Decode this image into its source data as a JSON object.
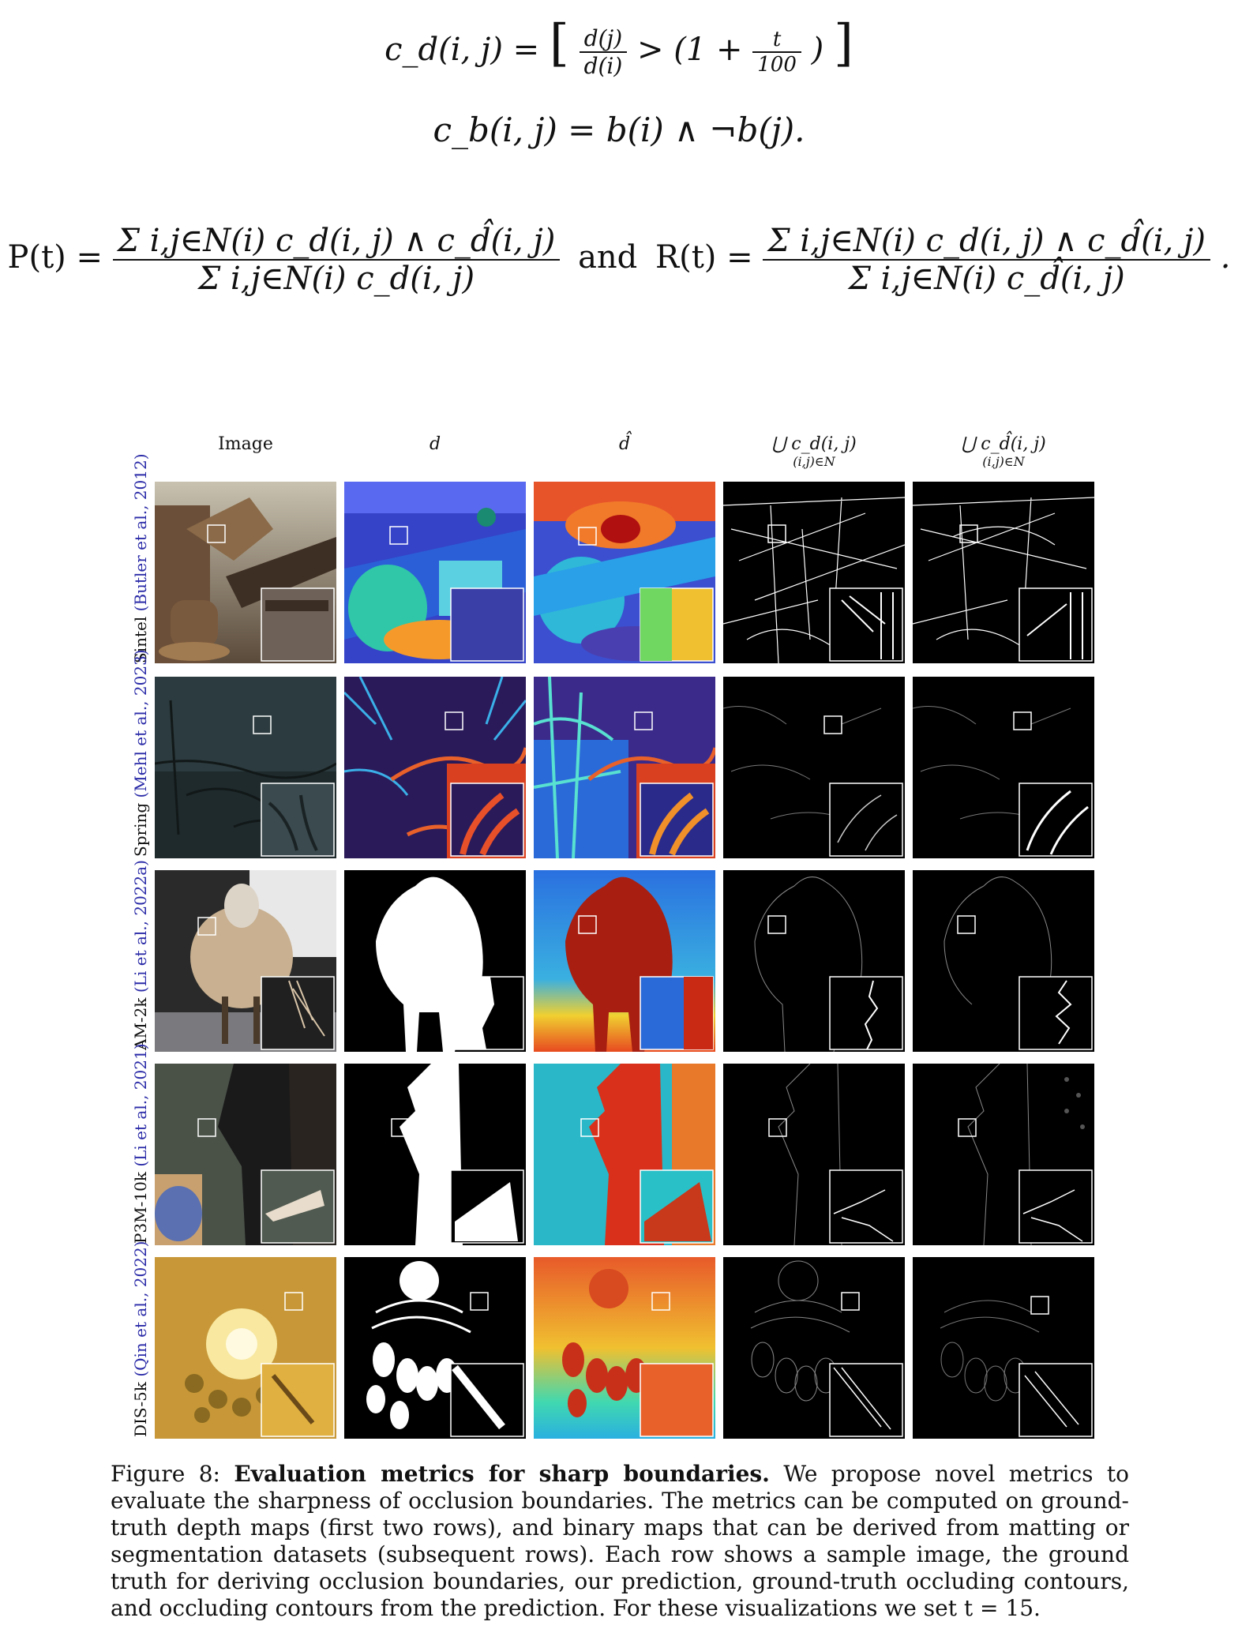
{
  "equations": {
    "cd_lhs": "c_d(i, j) =",
    "cd_frac_num": "d(j)",
    "cd_frac_den": "d(i)",
    "cd_rest": "> (1 +",
    "cd_t": "t",
    "cd_100": "100",
    "cd_close": ")",
    "cb": "c_b(i, j) = b(i) ∧ ¬b(j).",
    "p_lhs": "P(t) =",
    "p_num": "Σ i,j∈N(i) c_d(i, j) ∧ c_d̂(i, j)",
    "p_den": "Σ i,j∈N(i) c_d(i, j)",
    "and": "and",
    "r_lhs": "R(t) =",
    "r_num": "Σ i,j∈N(i) c_d(i, j) ∧ c_d̂(i, j)",
    "r_den": "Σ i,j∈N(i) c_d̂(i, j)",
    "period": "."
  },
  "columns": [
    {
      "label": "Image"
    },
    {
      "label": "d"
    },
    {
      "label": "d̂"
    },
    {
      "label": "⋃ c_d(i, j)",
      "sub": "(i,j)∈N"
    },
    {
      "label": "⋃ c_d̂(i, j)",
      "sub": "(i,j)∈N"
    }
  ],
  "rows": [
    {
      "label": "Sintel ",
      "cite": "(Butler et al., 2012)"
    },
    {
      "label": "Spring ",
      "cite": "(Mehl et al., 2023)"
    },
    {
      "label": "AM-2k ",
      "cite": "(Li et al., 2022a)"
    },
    {
      "label": "P3M-10k ",
      "cite": "(Li et al., 2021)"
    },
    {
      "label": "DIS-5k ",
      "cite": "(Qin et al., 2022)"
    }
  ],
  "caption": {
    "prefix": "Figure 8: ",
    "bold": "Evaluation metrics for sharp boundaries.",
    "text": " We propose novel metrics to evaluate the sharpness of occlusion boundaries. The metrics can be computed on ground-truth depth maps (first two rows), and binary maps that can be derived from matting or segmentation datasets (subsequent rows). Each row shows a sample image, the ground truth for deriving occlusion boundaries, our prediction, ground-truth occluding contours, and occluding contours from the prediction. For these visualizations we set t = 15."
  }
}
